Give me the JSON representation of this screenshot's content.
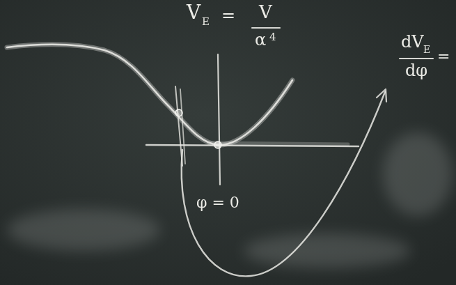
{
  "diagram": {
    "labels": [
      "V",
      "E",
      "=",
      "V",
      "α",
      "4",
      "dV",
      "E",
      "dφ",
      "=",
      "φ = 0"
    ]
  }
}
